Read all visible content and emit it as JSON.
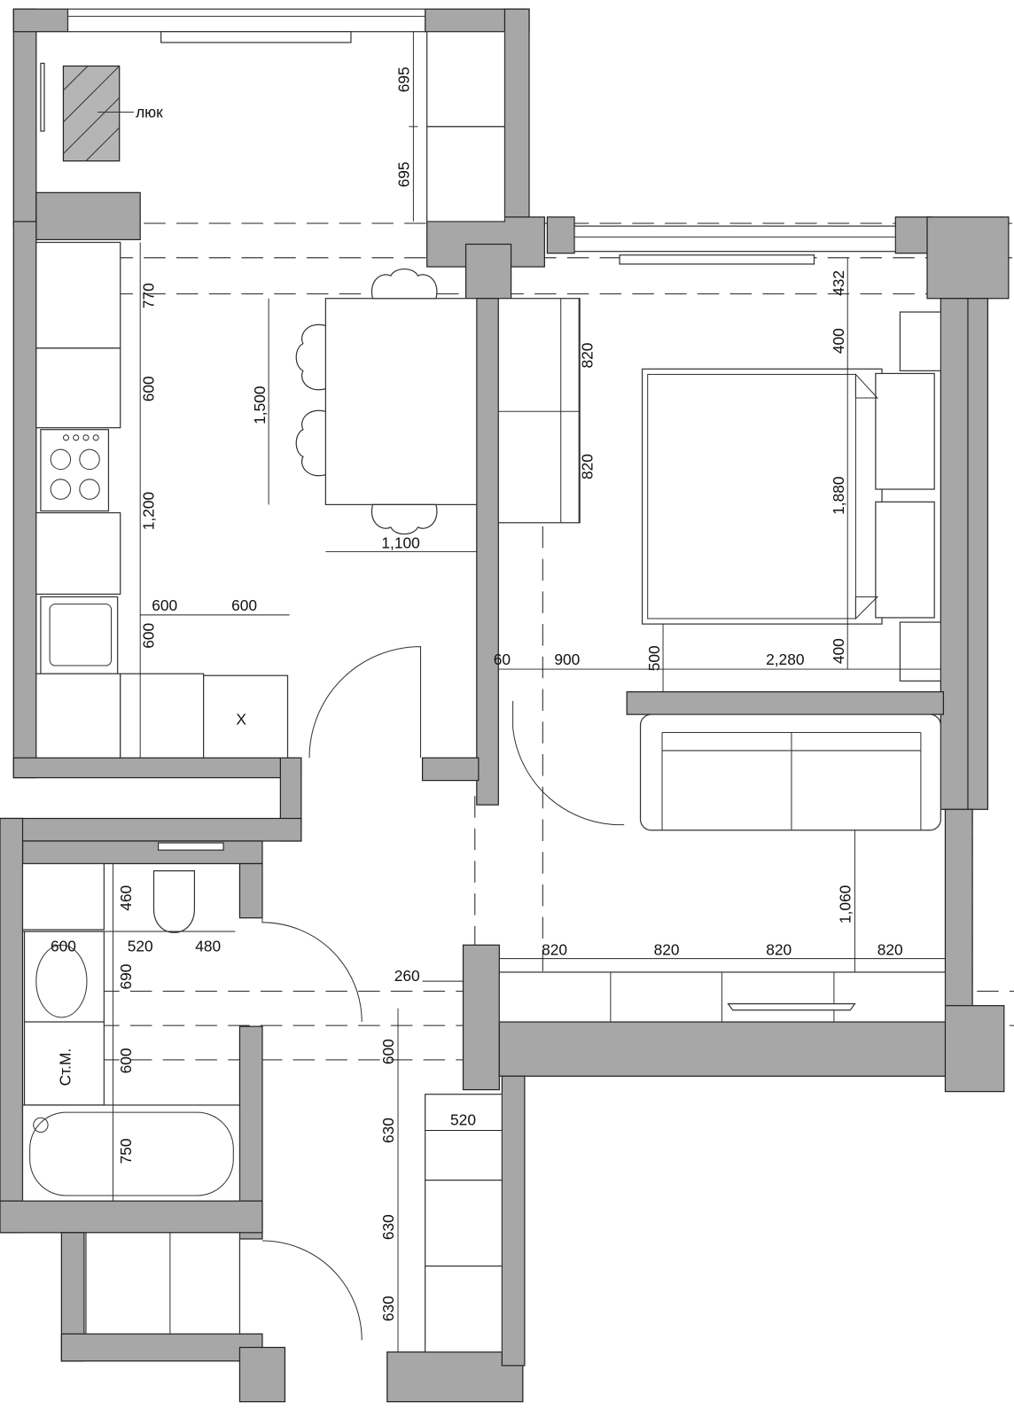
{
  "labels": {
    "hatch": "люк",
    "appliance_x": "X",
    "washing_machine": "Ст.М."
  },
  "dimensions": [
    "695",
    "695",
    "770",
    "600",
    "1,200",
    "600",
    "600",
    "600",
    "1,500",
    "1,100",
    "432",
    "400",
    "820",
    "820",
    "1,880",
    "60",
    "900",
    "500",
    "2,280",
    "400",
    "1,060",
    "820",
    "820",
    "820",
    "820",
    "260",
    "460",
    "600",
    "520",
    "480",
    "690",
    "600",
    "750",
    "600",
    "630",
    "630",
    "630",
    "520"
  ],
  "colors": {
    "wall": "#a7a7a7",
    "line": "#222222",
    "background": "#ffffff"
  }
}
